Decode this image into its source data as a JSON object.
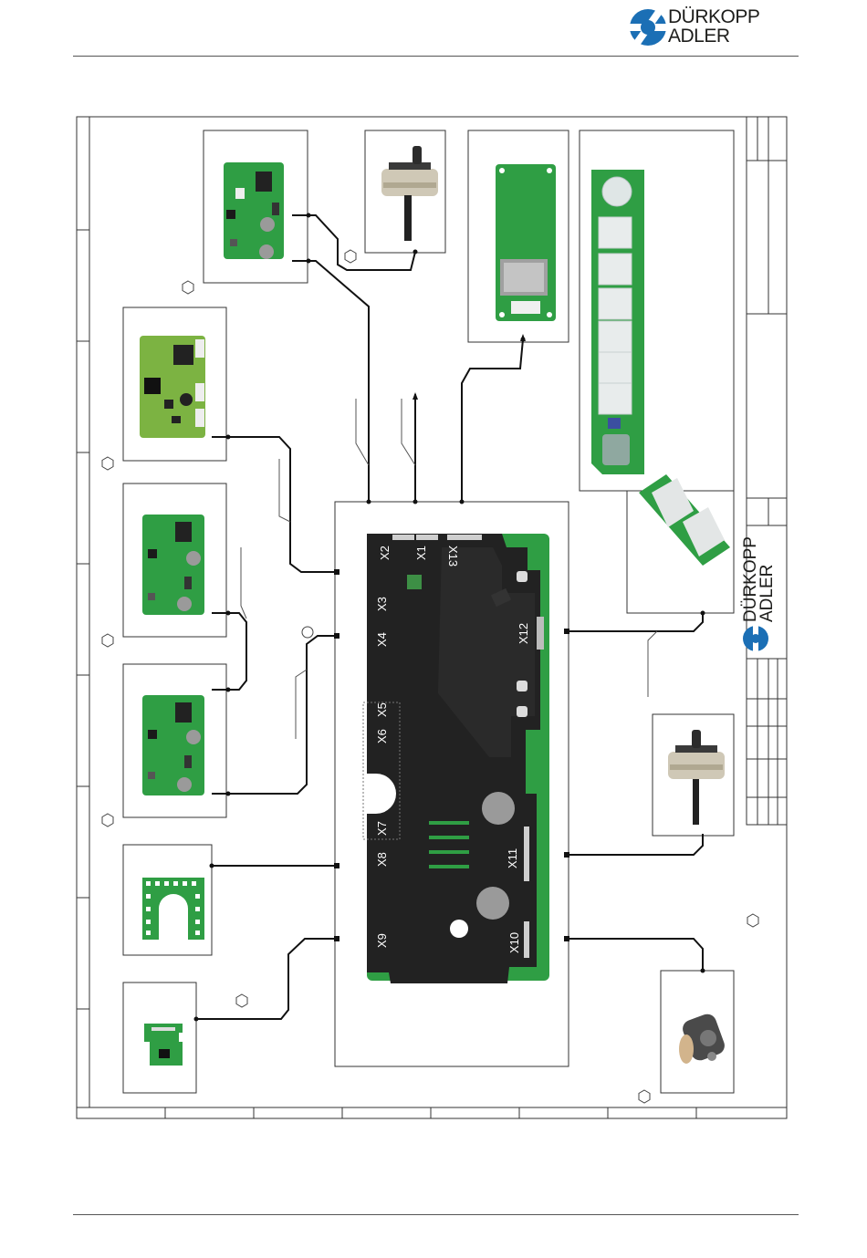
{
  "brand": {
    "name_line1": "DÜRKOPP",
    "name_line2": "ADLER",
    "logo_color": "#1b6fb5"
  },
  "diagram": {
    "connectors": [
      {
        "id": "X1",
        "label": "X1"
      },
      {
        "id": "X2",
        "label": "X2"
      },
      {
        "id": "X3",
        "label": "X3"
      },
      {
        "id": "X4",
        "label": "X4"
      },
      {
        "id": "X5",
        "label": "X5"
      },
      {
        "id": "X6",
        "label": "X6"
      },
      {
        "id": "X7",
        "label": "X7"
      },
      {
        "id": "X8",
        "label": "X8"
      },
      {
        "id": "X9",
        "label": "X9"
      },
      {
        "id": "X10",
        "label": "X10"
      },
      {
        "id": "X11",
        "label": "X11"
      },
      {
        "id": "X12",
        "label": "X12"
      },
      {
        "id": "X13",
        "label": "X13"
      }
    ],
    "colors": {
      "pcb_green": "#2f9e44",
      "pcb_light_green": "#7cb342",
      "controller_body": "#222222",
      "wire": "#111111"
    }
  }
}
